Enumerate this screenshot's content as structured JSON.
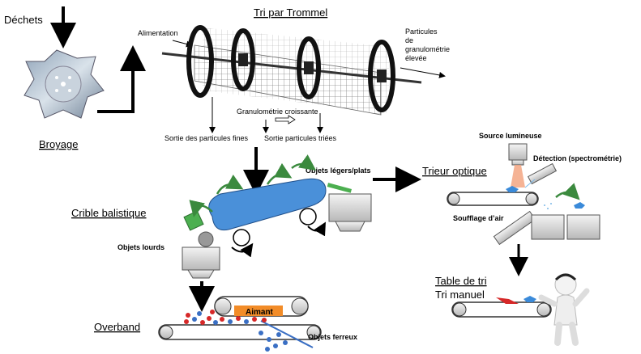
{
  "labels": {
    "waste": "Déchets",
    "grinding": "Broyage",
    "trommel_title": "Tri par Trommel",
    "feed": "Alimentation",
    "coarse_1": "Particules",
    "coarse_2": "de",
    "coarse_3": "granulométrie",
    "coarse_4": "élevée",
    "increasing_size": "Granulométrie croissante",
    "fines_out": "Sortie des particules fines",
    "sorted_out": "Sortie particules triées",
    "ballistic": "Crible balistique",
    "light_flat": "Objets légers/plats",
    "heavy": "Objets lourds",
    "optical": "Trieur optique",
    "light_source": "Source lumineuse",
    "detection": "Détection (spectrométrie)",
    "air_blow": "Soufflage d’air",
    "sorting_table": "Table de tri",
    "manual": "Tri manuel",
    "overband": "Overband",
    "magnet": "Aimant",
    "ferrous": "Objets ferreux"
  },
  "colors": {
    "belt_blue": "#4a90d9",
    "magnet_orange": "#f28c28",
    "bin_green": "#4caf50",
    "arrow_green": "#3b8a3e",
    "particle_red": "#d62828",
    "particle_blue": "#3a6fc4",
    "light_beam": "#f2a07b"
  }
}
